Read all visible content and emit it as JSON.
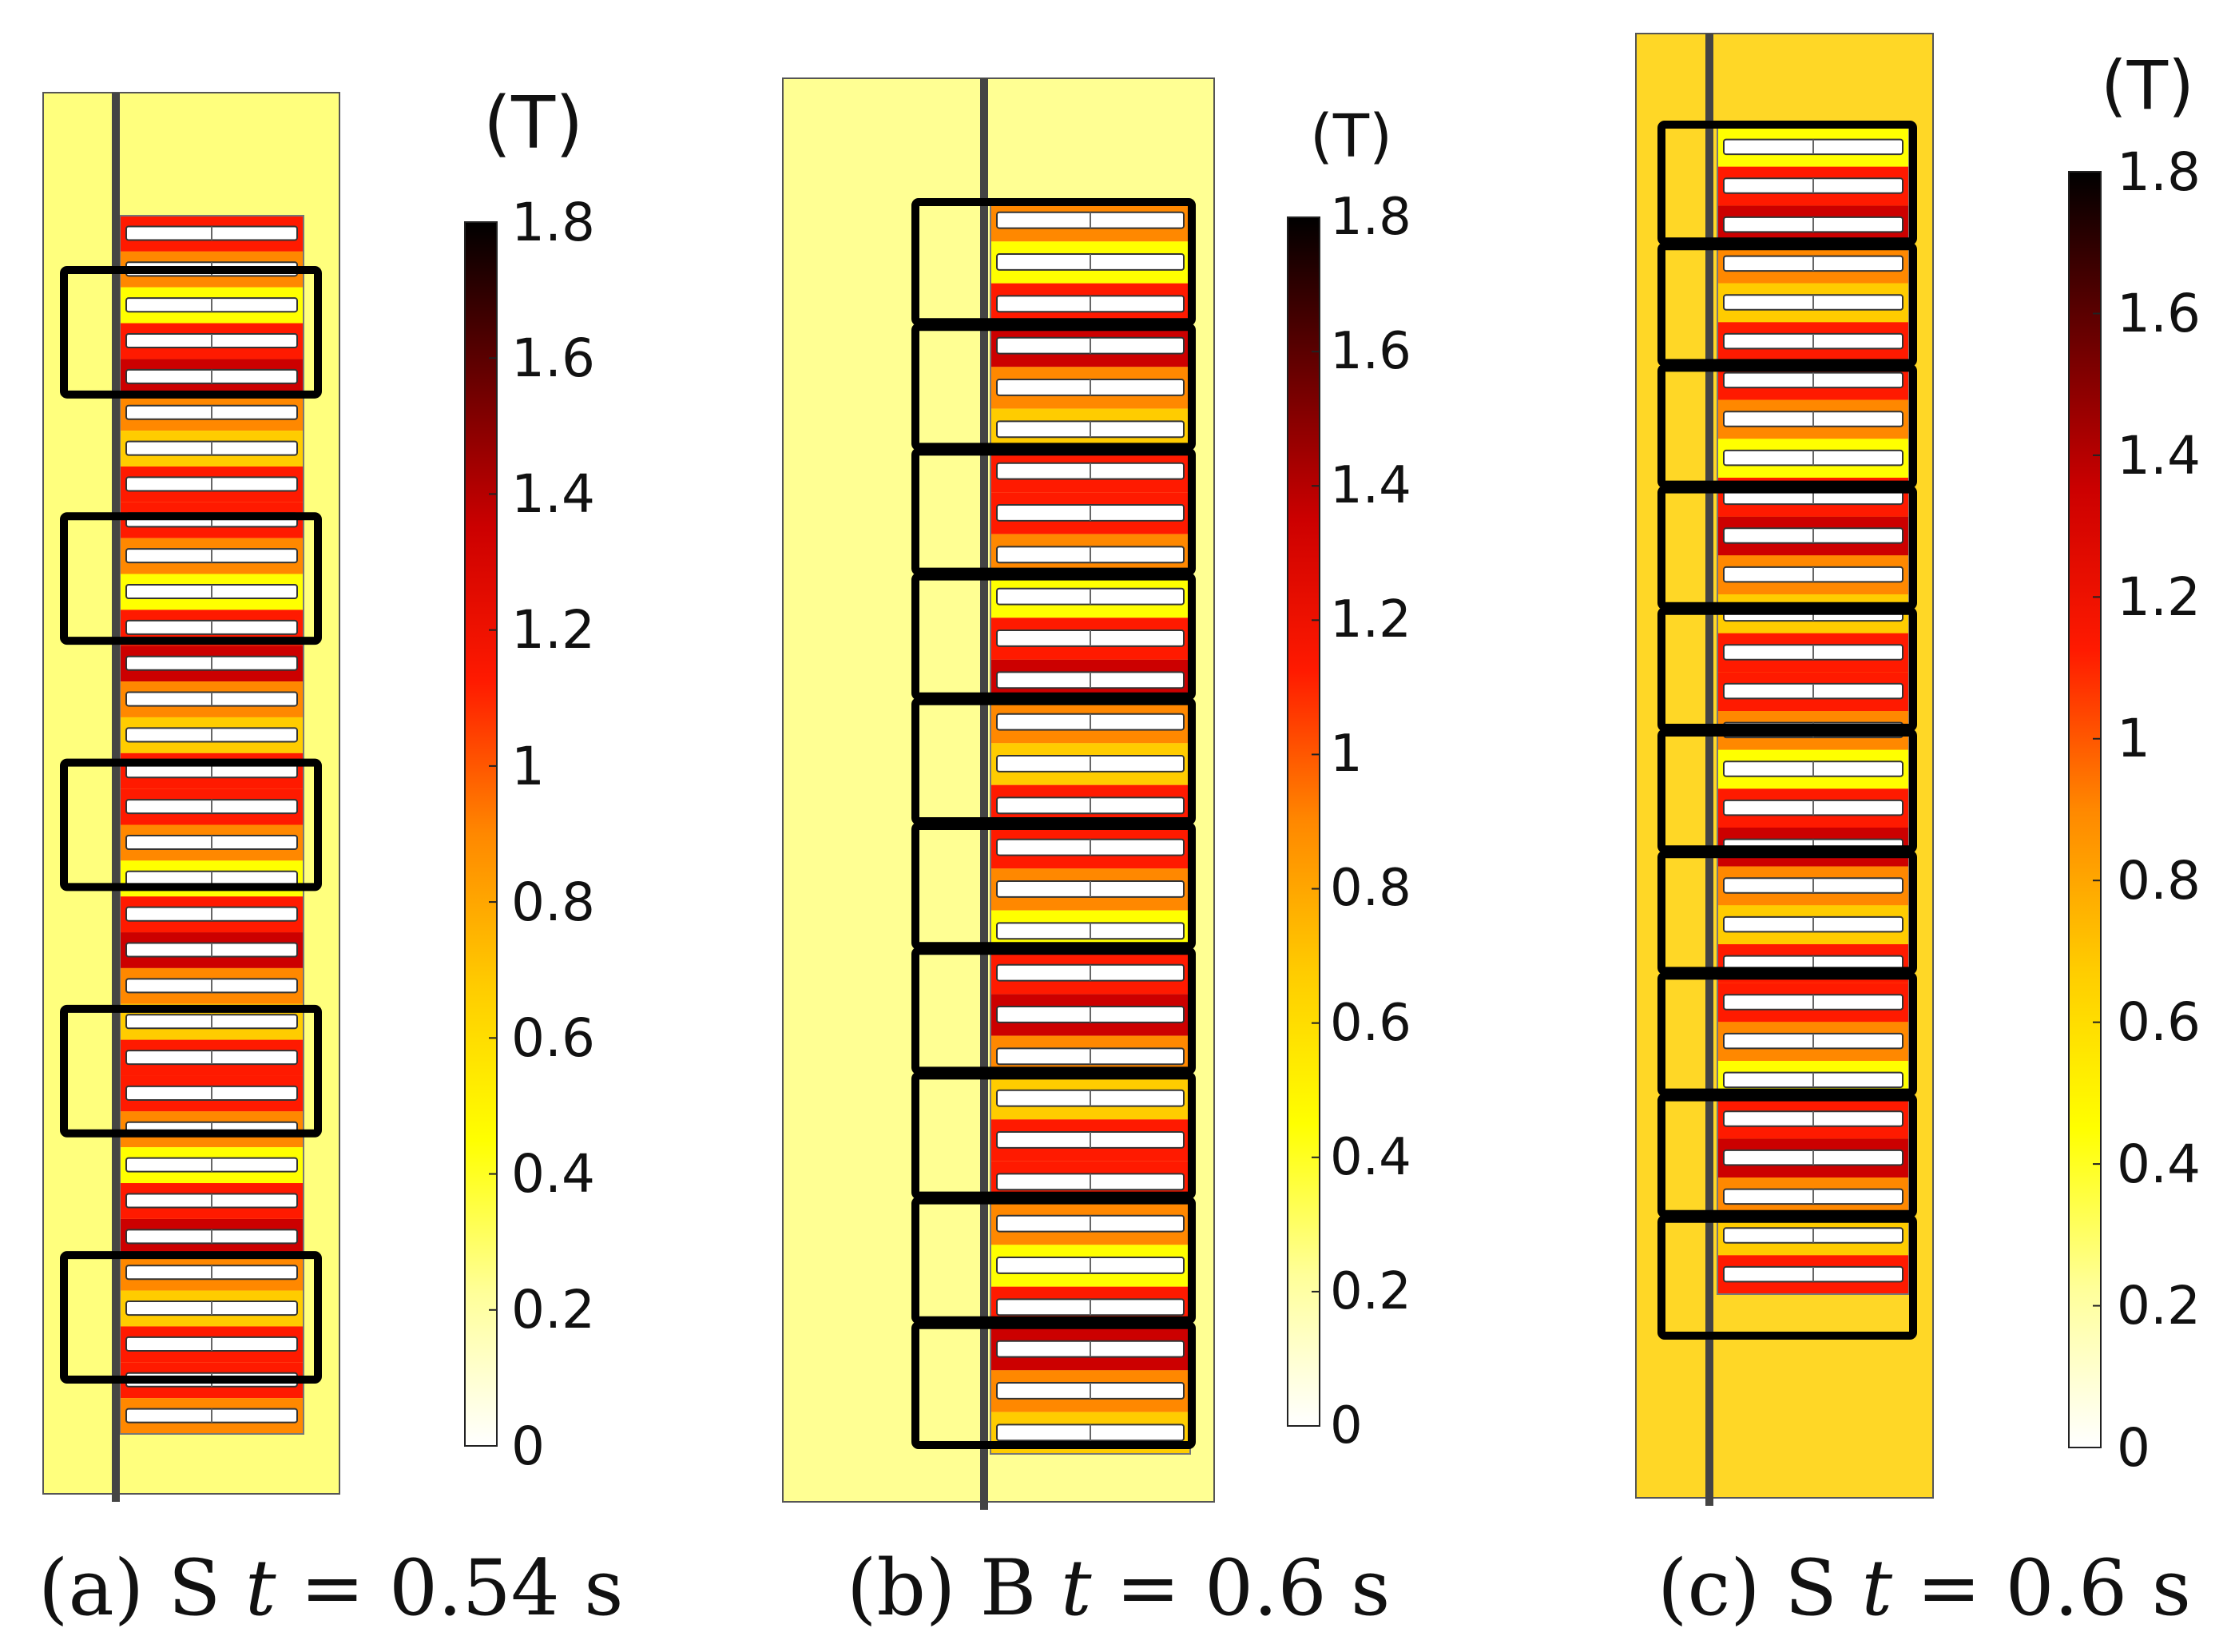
{
  "colors": {
    "cmap": [
      "#ffffff",
      "#ffff99",
      "#ffff00",
      "#ffcc00",
      "#ff8800",
      "#ff1a00",
      "#cc0000",
      "#660000",
      "#000000"
    ],
    "frame": "#000000",
    "shaft": "#444444",
    "slot": "#ffffff"
  },
  "panels": [
    {
      "id": "a",
      "caption": {
        "prefix": "(a) S ",
        "var": "t",
        "rest": " = 0.54 s"
      },
      "colorbar": {
        "unit": "(T)",
        "min": 0,
        "max": 1.8,
        "ticks": [
          "0",
          "0.2",
          "0.4",
          "0.6",
          "0.8",
          "1",
          "1.2",
          "1.4",
          "1.6",
          "1.8"
        ]
      },
      "slots": 34,
      "boxes": 5
    },
    {
      "id": "b",
      "caption": {
        "prefix": "(b) B ",
        "var": "t",
        "rest": " = 0.6 s"
      },
      "colorbar": {
        "unit": "(T)",
        "min": 0,
        "max": 1.8,
        "ticks": [
          "0",
          "0.2",
          "0.4",
          "0.6",
          "0.8",
          "1",
          "1.2",
          "1.4",
          "1.6",
          "1.8"
        ]
      },
      "slots": 30,
      "boxes": 10
    },
    {
      "id": "c",
      "caption": {
        "prefix": "(c) S ",
        "var": "t",
        "rest": " = 0.6 s"
      },
      "colorbar": {
        "unit": "(T)",
        "min": 0,
        "max": 1.8,
        "ticks": [
          "0",
          "0.2",
          "0.4",
          "0.6",
          "0.8",
          "1",
          "1.2",
          "1.4",
          "1.6",
          "1.8"
        ]
      },
      "slots": 30,
      "boxes": 10
    }
  ]
}
